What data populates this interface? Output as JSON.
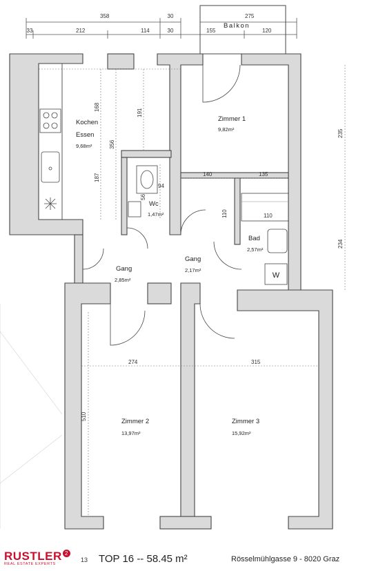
{
  "rooms": {
    "kochen": {
      "name_line1": "Kochen",
      "name_line2": "Essen",
      "area": "9,68m²"
    },
    "zimmer1": {
      "name": "Zimmer 1",
      "area": "9,82m²"
    },
    "wc": {
      "name": "Wc",
      "area": "1,47m²"
    },
    "bad": {
      "name": "Bad",
      "area": "2,57m²"
    },
    "gang1": {
      "name": "Gang",
      "area": "2,85m²"
    },
    "gang2": {
      "name": "Gang",
      "area": "2,17m²"
    },
    "zimmer2": {
      "name": "Zimmer 2",
      "area": "13,97m²"
    },
    "zimmer3": {
      "name": "Zimmer 3",
      "area": "15,92m²"
    },
    "balkon": {
      "name": "Balkon"
    }
  },
  "dimensions": {
    "top_358": "358",
    "top_30a": "30",
    "top_275": "275",
    "top_33": "33",
    "top_212": "212",
    "top_114": "114",
    "top_30b": "30",
    "top_155": "155",
    "top_120": "120",
    "v_168": "168",
    "v_191": "191",
    "v_356": "356",
    "v_187": "187",
    "wc_94": "94",
    "wc_56": "56",
    "z1_140": "140",
    "z1_135": "135",
    "bad_110h": "110",
    "bad_110v": "110",
    "right_235": "235",
    "right_234": "234",
    "z2_274": "274",
    "z3_315": "315",
    "z2_510": "510"
  },
  "fixtures": {
    "washer_label": "W"
  },
  "footer": {
    "brand": "RUSTLER",
    "brand_sup": "2",
    "tagline": "REAL ESTATE EXPERTS",
    "page_number": "13",
    "unit_title": "TOP 16 -- 58.45 m²",
    "address": "Rösselmühlgasse 9  - 8020 Graz"
  }
}
